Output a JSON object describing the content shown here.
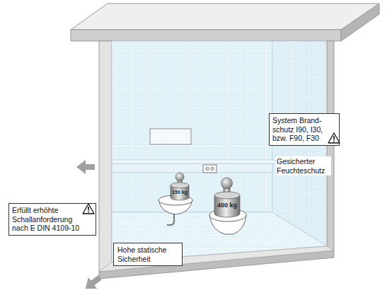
{
  "diagram": {
    "nodes": [
      {
        "text": [
          "System Brand- schutz I90, I30, bzw. F90, F30"
        ]
      },
      {
        "text": [
          "Gesicherter Feuchteschutz"
        ]
      },
      {
        "text": [
          "Erfüllt erhöhte Schallanforderung nach E DIN 4109-10"
        ]
      },
      {
        "text": [
          "Hohe statische Sicherheit"
        ]
      }
    ],
    "labels": [
      "150 kg",
      "400 kg"
    ]
  }
}
